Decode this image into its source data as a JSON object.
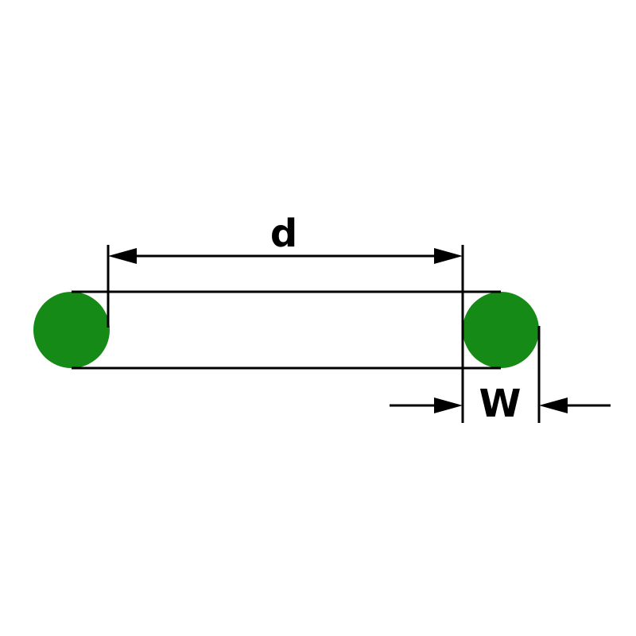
{
  "diagram": {
    "name": "o-ring-dimension-diagram",
    "labels": {
      "inner_diameter": "d",
      "cross_section_width": "W"
    }
  },
  "colors": {
    "ring_fill": "#168a16",
    "line": "#000000"
  }
}
